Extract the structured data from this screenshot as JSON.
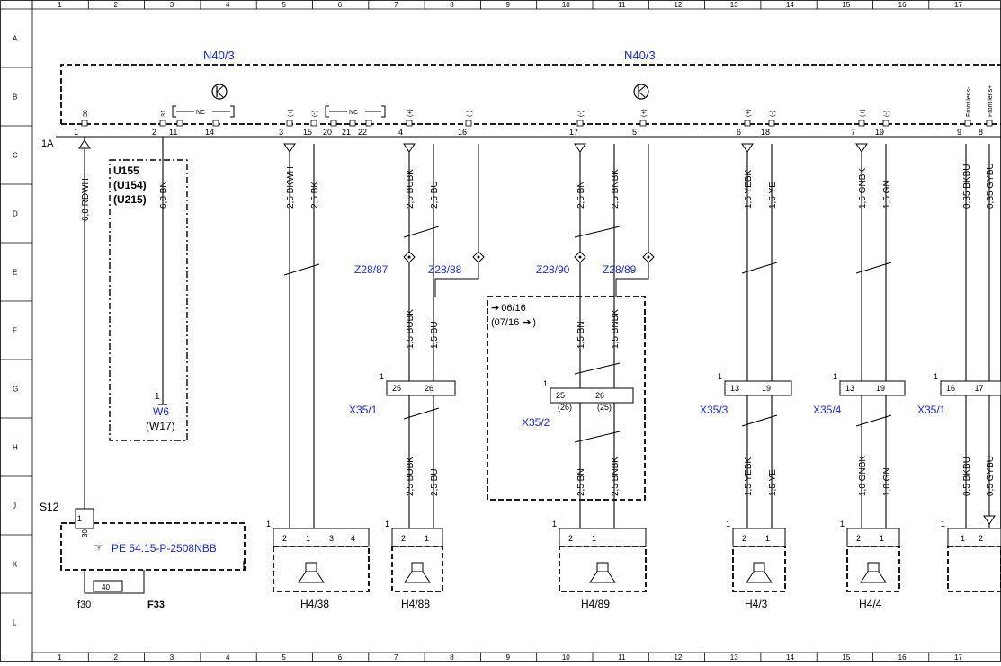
{
  "colors": {
    "label_blue": "#1a2bd6",
    "line_black": "#000000"
  },
  "grid": {
    "columns": [
      "1",
      "2",
      "3",
      "4",
      "5",
      "6",
      "7",
      "8",
      "9",
      "10",
      "11",
      "12",
      "13",
      "14",
      "15",
      "16",
      "17"
    ],
    "rows": [
      "A",
      "B",
      "C",
      "D",
      "E",
      "F",
      "G",
      "H",
      "J",
      "K",
      "L"
    ]
  },
  "modules": {
    "top_left": "N40/3",
    "top_right": "N40/3",
    "bus_label": "1A",
    "nc1": "NC",
    "nc2": "NC"
  },
  "pins_top": [
    {
      "num": "1",
      "sig": "30"
    },
    {
      "num": "2",
      "sig": "31"
    },
    {
      "num": "11",
      "sig": ""
    },
    {
      "num": "14",
      "sig": ""
    },
    {
      "num": "3",
      "sig": "(+)"
    },
    {
      "num": "15",
      "sig": "(-)"
    },
    {
      "num": "20",
      "sig": ""
    },
    {
      "num": "21",
      "sig": ""
    },
    {
      "num": "22",
      "sig": ""
    },
    {
      "num": "4",
      "sig": "(+)"
    },
    {
      "num": "16",
      "sig": "(-)"
    },
    {
      "num": "17",
      "sig": "(-)"
    },
    {
      "num": "5",
      "sig": "(+)"
    },
    {
      "num": "6",
      "sig": "(+)"
    },
    {
      "num": "18",
      "sig": "(-)"
    },
    {
      "num": "7",
      "sig": "(+)"
    },
    {
      "num": "19",
      "sig": "(-)"
    },
    {
      "num": "9",
      "sig": "Front lens-"
    },
    {
      "num": "8",
      "sig": "Front lens+"
    }
  ],
  "wires": {
    "w1": "6,0 RDWH",
    "w2": "6,0 BN",
    "w3": "2,5 BKWH",
    "w4": "2,5 BK",
    "w5": "2,5 BUBK",
    "w6": "2,5 BU",
    "w7": "2,5 BN",
    "w8": "2,5 BNBK",
    "w9": "1,5 YEBK",
    "w10": "1,5 YE",
    "w11": "1,5 GNBK",
    "w12": "1,5 GN",
    "w13": "0,35 BKBU",
    "w14": "0,35 GYBU",
    "w5b": "1,5 BUBK",
    "w6b": "1,5 BU",
    "w7b": "1,5 BN",
    "w8b": "1,5 BNBK",
    "w5c": "2,5 BUBK",
    "w6c": "2,5 BU",
    "w7c": "2,5 BN",
    "w8c": "2,5 BNBK",
    "w9c": "1,5 YEBK",
    "w10c": "1,5 YE",
    "w11c": "1,0 GNBK",
    "w12c": "1,0 GN",
    "w13c": "0,5 BKBU",
    "w14c": "0,5 GYBU"
  },
  "variant_box": {
    "l1": "U155",
    "l2": "(U154)",
    "l3": "(U215)",
    "w6": "W6",
    "w17": "(W17)",
    "pin": "1"
  },
  "splices": {
    "z1": "Z28/87",
    "z2": "Z28/88",
    "z3": "Z28/90",
    "z4": "Z28/89"
  },
  "date_box": {
    "l1": "06/16",
    "l2": "(07/16",
    "arrow": "➔",
    "close": ")"
  },
  "connectors": {
    "x35_1": "X35/1",
    "x35_2": "X35/2",
    "x35_3": "X35/3",
    "x35_4": "X35/4",
    "x35_1b": "X35/1",
    "p25": "25",
    "p26": "26",
    "p26b": "(26)",
    "p25b": "(25)",
    "p13": "13",
    "p19": "19",
    "p16": "16",
    "p17": "17",
    "one": "1"
  },
  "speakers": {
    "h4_38": "H4/38",
    "h4_88": "H4/88",
    "h4_89": "H4/89",
    "h4_3": "H4/3",
    "h4_4": "H4/4",
    "p1": "1",
    "p2": "2",
    "p3": "3",
    "p4": "4"
  },
  "fuse": {
    "s12": "S12",
    "ref": "PE 54.15-P-2508NBB",
    "ref_icon": "☞",
    "f30": "f30",
    "f33": "F33",
    "val": "40",
    "p30": "30",
    "p1": "1"
  }
}
